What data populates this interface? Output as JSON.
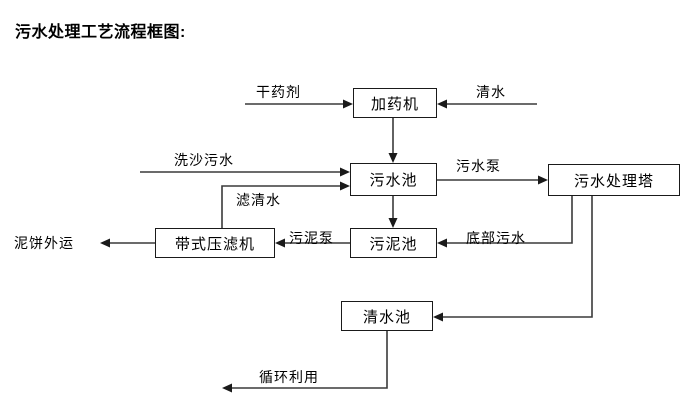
{
  "title": "污水处理工艺流程框图:",
  "nodes": [
    {
      "id": "dosing-machine",
      "label": "加药机"
    },
    {
      "id": "sewage-pool",
      "label": "污水池"
    },
    {
      "id": "treatment-tower",
      "label": "污水处理塔"
    },
    {
      "id": "sludge-pool",
      "label": "污泥池"
    },
    {
      "id": "belt-filter-press",
      "label": "带式压滤机"
    },
    {
      "id": "clear-water-pool",
      "label": "清水池"
    }
  ],
  "edge_labels": [
    {
      "id": "dry-reagent",
      "label": "干药剂"
    },
    {
      "id": "clean-water-in",
      "label": "清水"
    },
    {
      "id": "sand-wash-sewage",
      "label": "洗沙污水"
    },
    {
      "id": "filtered-water",
      "label": "滤清水"
    },
    {
      "id": "sewage-pump",
      "label": "污水泵"
    },
    {
      "id": "sludge-pump",
      "label": "污泥泵"
    },
    {
      "id": "bottom-sewage",
      "label": "底部污水"
    },
    {
      "id": "recycle-reuse",
      "label": "循环利用"
    }
  ],
  "terminals": [
    {
      "id": "mud-cake-out",
      "label": "泥饼外运"
    }
  ],
  "colors": {
    "stroke": "#3a3a3a",
    "box_border": "#1a1a1a",
    "text": "#000000",
    "background": "#ffffff"
  }
}
